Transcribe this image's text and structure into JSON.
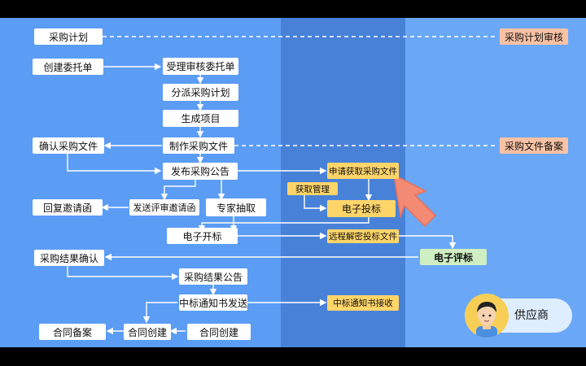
{
  "boxes": {
    "plan": "采购计划",
    "create_entrust": "创建委托单",
    "accept_review": "受理审核委托单",
    "assign_plan": "分派采购计划",
    "generate_project": "生成项目",
    "make_docs": "制作采购文件",
    "confirm_docs": "确认采购文件",
    "publish_notice": "发布采购公告",
    "apply_docs": "申请获取采购文件",
    "get_manage": "获取管理",
    "e_bid": "电子投标",
    "reply_invite": "回复邀请函",
    "send_review_invite": "发送评审邀请函",
    "expert_draw": "专家抽取",
    "e_open": "电子开标",
    "remote_decrypt": "远程解密投标文件",
    "e_eval": "电子评标",
    "result_confirm": "采购结果确认",
    "result_notice": "采购结果公告",
    "award_send": "中标通知书发送",
    "award_receive": "中标通知书接收",
    "contract_filing": "合同备案",
    "contract_create_1": "合同创建",
    "contract_create_2": "合同创建",
    "plan_review": "采购计划审核",
    "docs_filing": "采购文件备案"
  },
  "supplier_label": "供应商",
  "colors": {
    "stage": "#5b9cf5",
    "middle_band": "#4882d8",
    "right_band": "#6aa8f7",
    "node_white": "#ffffff",
    "node_yellow": "#ffd56a",
    "node_pink": "#f9c2a4",
    "node_green": "#cfeec1",
    "pointer_arrow": "#f28a74"
  },
  "icons": [
    "pointer-arrow-icon",
    "supplier-avatar-icon"
  ]
}
